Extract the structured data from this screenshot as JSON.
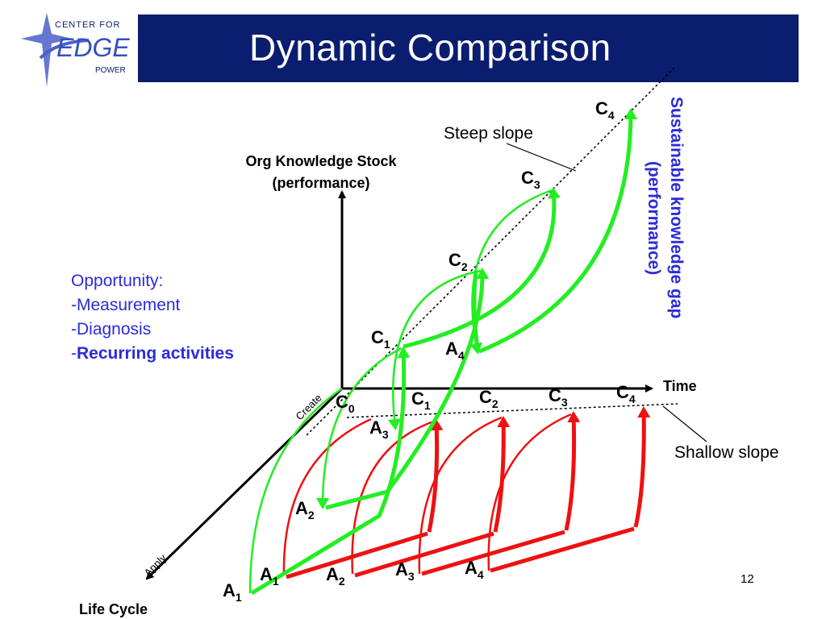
{
  "slide": {
    "title": "Dynamic Comparison",
    "number": "12"
  },
  "logo": {
    "line1": "CENTER FOR",
    "line2": "EDGE",
    "line3": "POWER"
  },
  "opportunity": {
    "heading": "Opportunity:",
    "items": [
      "-Measurement",
      "-Diagnosis"
    ],
    "last_prefix": "-",
    "last_bold": "Recurring activities"
  },
  "axes": {
    "vertical_label_1": "Org Knowledge Stock",
    "vertical_label_2": "(performance)",
    "time_label": "Time",
    "create_label": "Create",
    "apply_label": "Apply",
    "lifecycle_label": "Life Cycle"
  },
  "annotations": {
    "steep": "Steep slope",
    "shallow": "Shallow slope",
    "gap_line1": "Sustainable knowledge gap",
    "gap_line2": "(performance)"
  },
  "points": {
    "c_letter": "C",
    "a_letter": "A",
    "upper_c": [
      "1",
      "2",
      "3",
      "4"
    ],
    "upper_a": [
      "1",
      "2",
      "3",
      "4"
    ],
    "lower_c": [
      "0",
      "1",
      "2",
      "3",
      "4"
    ],
    "lower_a": [
      "1",
      "2",
      "3",
      "4"
    ]
  },
  "colors": {
    "title_bg": "#0b1d6e",
    "green": "#22ee22",
    "red": "#ee1111",
    "blue_text": "#2b2bd9"
  }
}
